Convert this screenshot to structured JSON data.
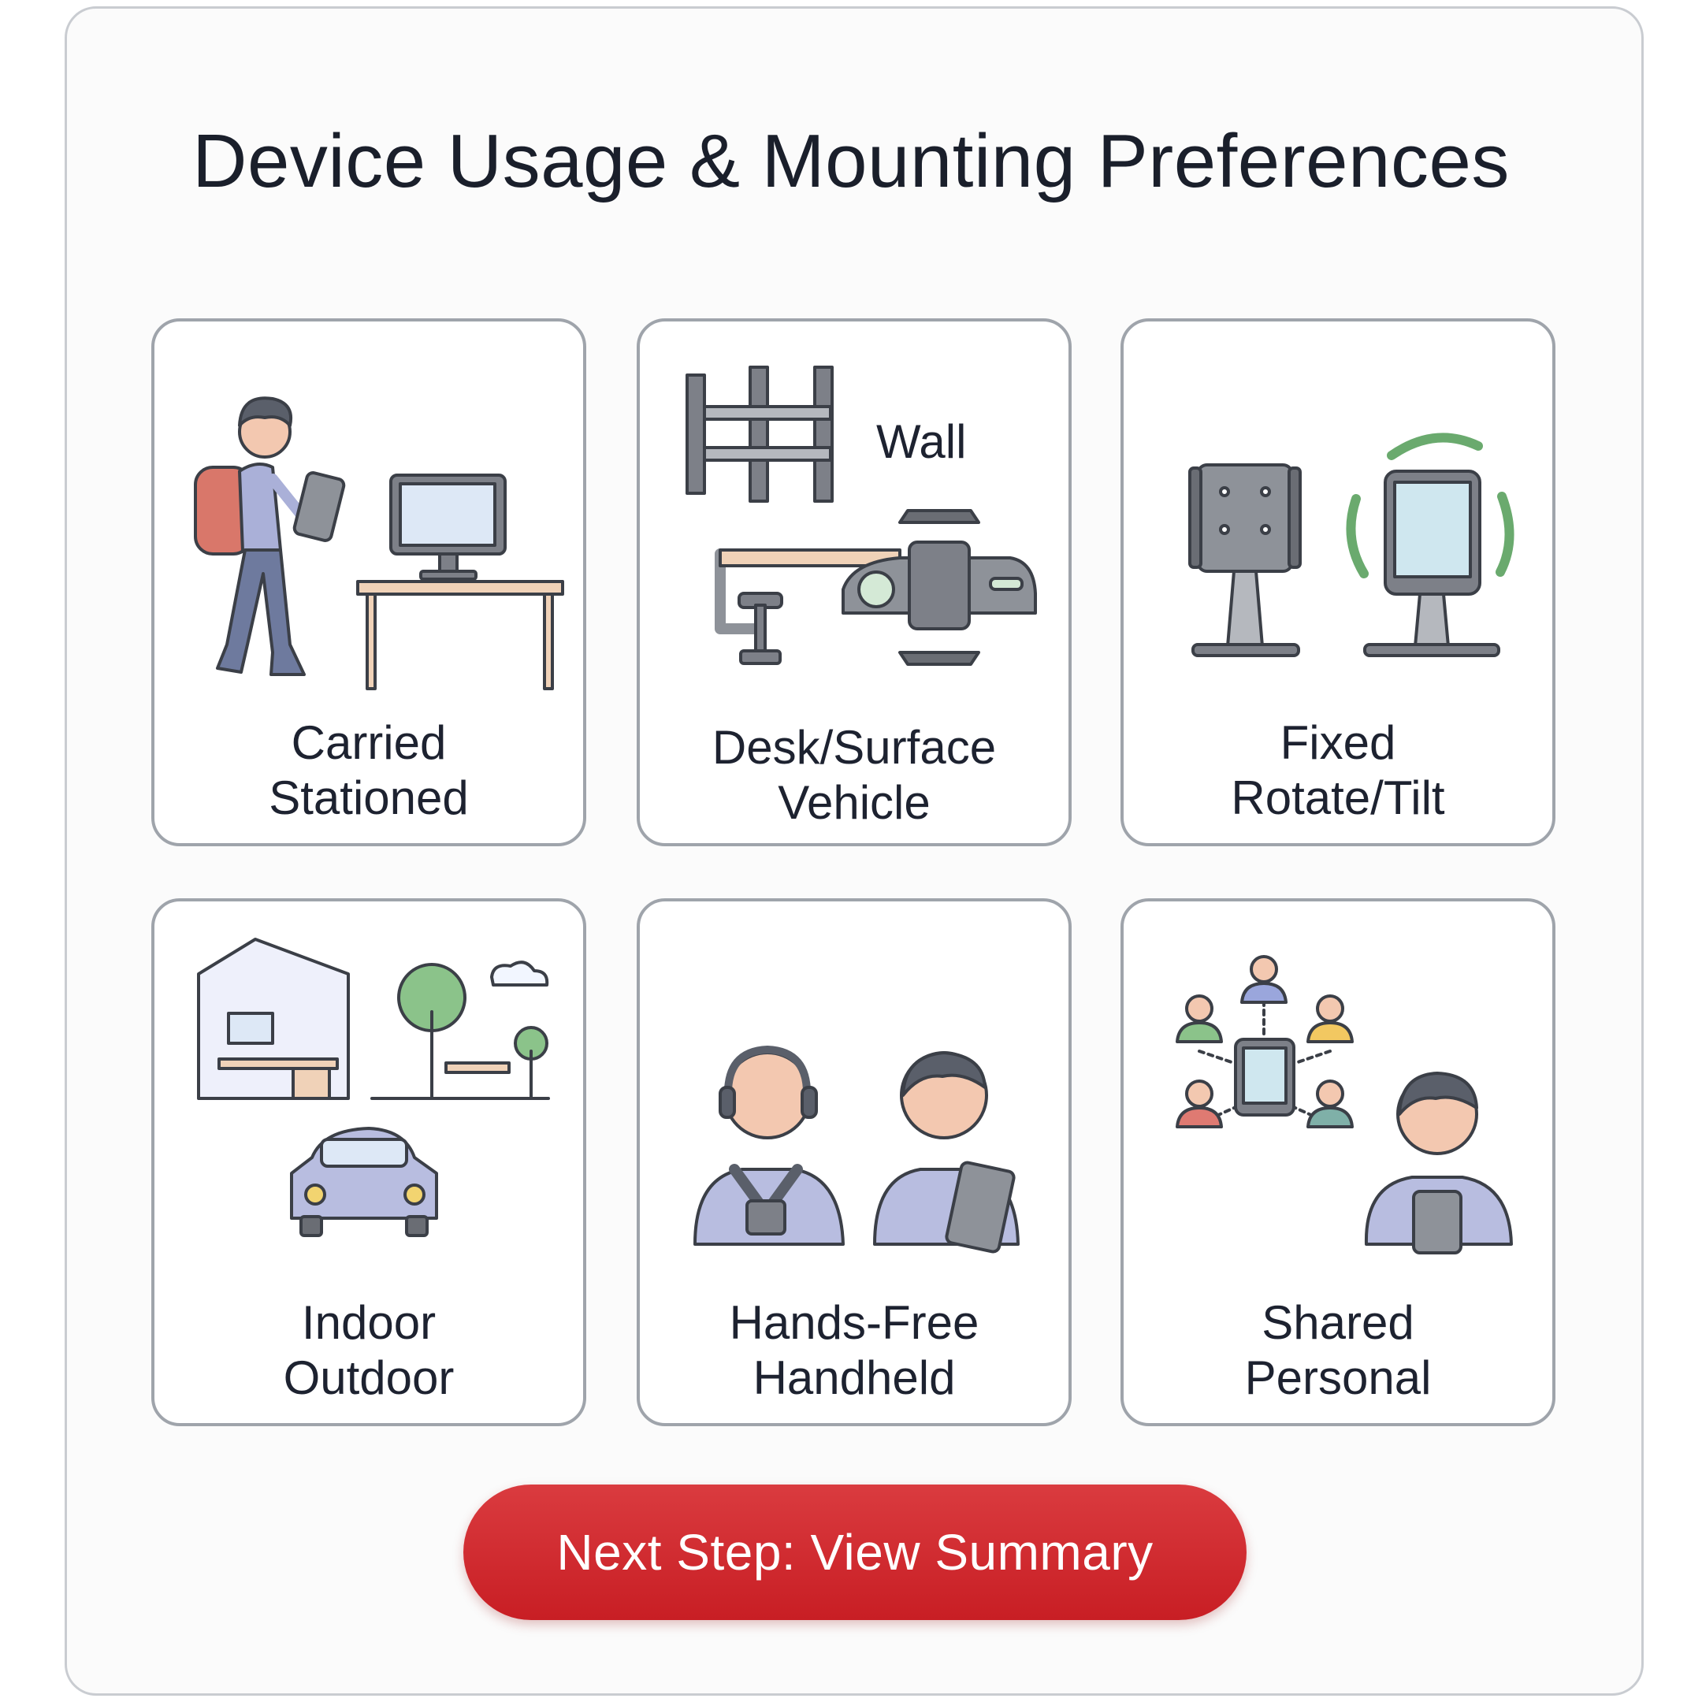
{
  "title": "Device Usage & Mounting Preferences",
  "options": [
    {
      "line1": "Carried",
      "line2": "Stationed"
    },
    {
      "line1": "Desk/Surface",
      "line2": "Vehicle",
      "extra_label": "Wall"
    },
    {
      "line1": "Fixed",
      "line2": "Rotate/Tilt"
    },
    {
      "line1": "Indoor",
      "line2": "Outdoor"
    },
    {
      "line1": "Hands-Free",
      "line2": "Handheld"
    },
    {
      "line1": "Shared",
      "line2": "Personal"
    }
  ],
  "cta": {
    "label": "Next Step: View Summary",
    "color": "#d32a2f"
  },
  "colors": {
    "accent": "#d32a2f",
    "card_border": "#9fa4ab",
    "device_gray": "#7d8088",
    "rotate_green": "#6aaa6e"
  }
}
